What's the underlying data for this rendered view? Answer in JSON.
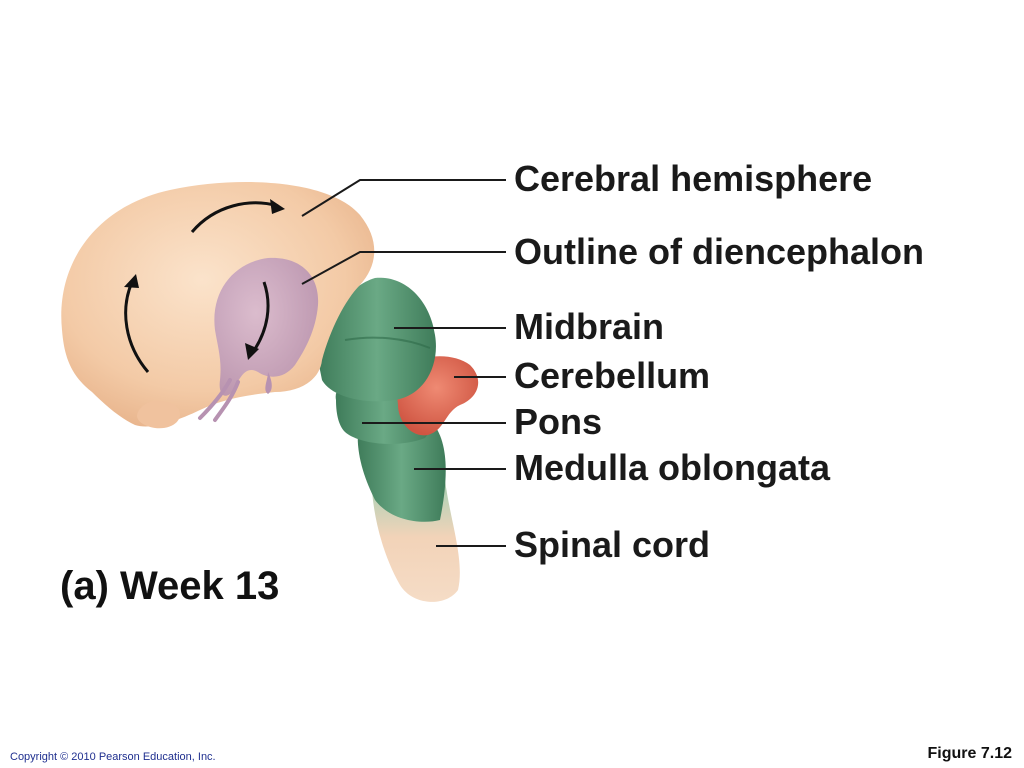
{
  "labels": {
    "cerebral_hemisphere": "Cerebral hemisphere",
    "outline_of_diencephalon": "Outline of diencephalon",
    "midbrain": "Midbrain",
    "cerebellum": "Cerebellum",
    "pons": "Pons",
    "medulla_oblongata": "Medulla oblongata",
    "spinal_cord": "Spinal cord"
  },
  "caption": "(a) Week 13",
  "footer": {
    "copyright": "Copyright © 2010 Pearson Education, Inc.",
    "figure": "Figure 7.12"
  },
  "colors": {
    "cerebrum": "#f3caa6",
    "diencephalon": "#c9a3c0",
    "brainstem": "#4f8f6a",
    "cerebellum": "#d9604c",
    "spinal_cord": "#f2d3b8",
    "leader_line": "#1a1a1a"
  },
  "icons": {
    "rotation_arrows": "curved-arrow-icon"
  }
}
